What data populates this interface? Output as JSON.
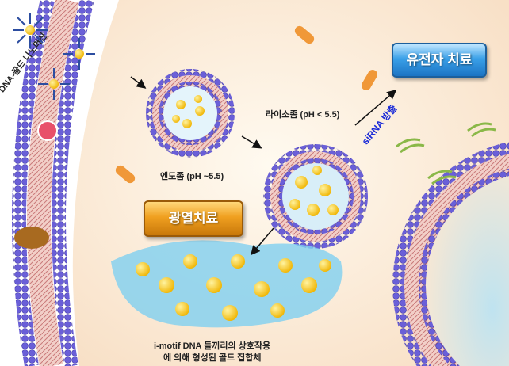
{
  "labels": {
    "nanomachine": "DNA-골드 나노머신",
    "endosome": "엔도좀 (pH ~5.5)",
    "lysosome": "라이소좀 (pH < 5.5)",
    "sirna_release": "siRNA 방출",
    "aggregate_line1": "i-motif DNA 들끼리의 상호작용",
    "aggregate_line2": "에 의해 형성된 골드 집합체"
  },
  "buttons": {
    "gene_therapy": "유전자 치료",
    "photothermal_therapy": "광열치료"
  },
  "colors": {
    "cytoplasm": "#fbe8d2",
    "membrane_head": "#6a5fd8",
    "gold": "#f6c40a",
    "dna": "#29b6e8",
    "gene_button": "#2b8ad6",
    "photo_button": "#e8961a",
    "sirna_text": "#1a2ad8"
  }
}
